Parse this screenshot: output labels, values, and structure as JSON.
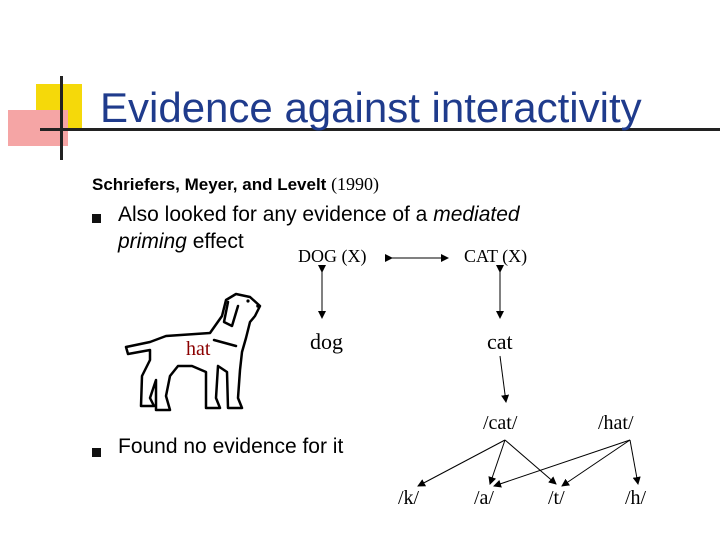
{
  "slide": {
    "title": "Evidence against interactivity",
    "citation_authors": "Schriefers, Meyer, and Levelt ",
    "citation_year": "(1990)",
    "bullet1_line1_pre": "Also looked for any evidence of a ",
    "bullet1_line1_em": "mediated",
    "bullet1_line2_em": "priming",
    "bullet1_line2_post": " effect",
    "bullet2": "Found no evidence for it"
  },
  "diagram": {
    "dog_concept": "DOG (X)",
    "cat_concept": "CAT (X)",
    "dog_word": "dog",
    "cat_word": "cat",
    "picture_label": "hat",
    "cat_form": "/cat/",
    "hat_form": "/hat/",
    "seg_k": "/k/",
    "seg_a": "/a/",
    "seg_t": "/t/",
    "seg_h": "/h/"
  },
  "colors": {
    "title": "#1f3b8c",
    "deco_yellow": "#f5d90a",
    "deco_red": "#f5a5a5"
  }
}
